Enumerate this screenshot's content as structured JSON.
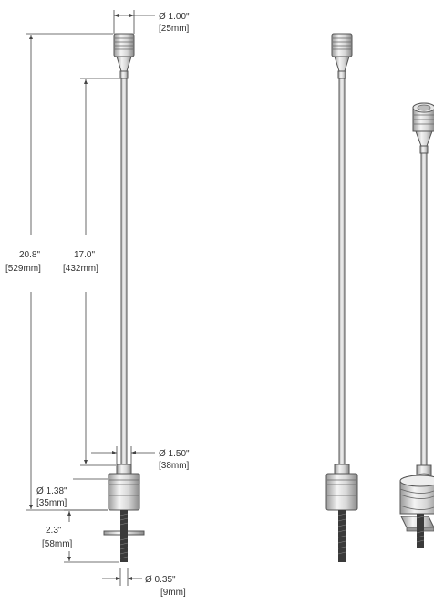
{
  "dimensions": {
    "top_diameter": {
      "imperial": "Ø 1.00\"",
      "metric": "[25mm]"
    },
    "overall_height": {
      "imperial": "20.8\"",
      "metric": "[529mm]"
    },
    "rod_length": {
      "imperial": "17.0\"",
      "metric": "[432mm]"
    },
    "collar_diameter": {
      "imperial": "Ø 1.50\"",
      "metric": "[38mm]"
    },
    "base_diameter": {
      "imperial": "Ø 1.38\"",
      "metric": "[35mm]"
    },
    "stud_length": {
      "imperial": "2.3\"",
      "metric": "[58mm]"
    },
    "stud_diameter": {
      "imperial": "Ø 0.35\"",
      "metric": "[9mm]"
    }
  },
  "colors": {
    "line": "#444444",
    "metal_light": "#f0f0f0",
    "metal_mid": "#c8c8c8",
    "metal_dark": "#8a8a8a",
    "stud": "#3a3a3a"
  }
}
